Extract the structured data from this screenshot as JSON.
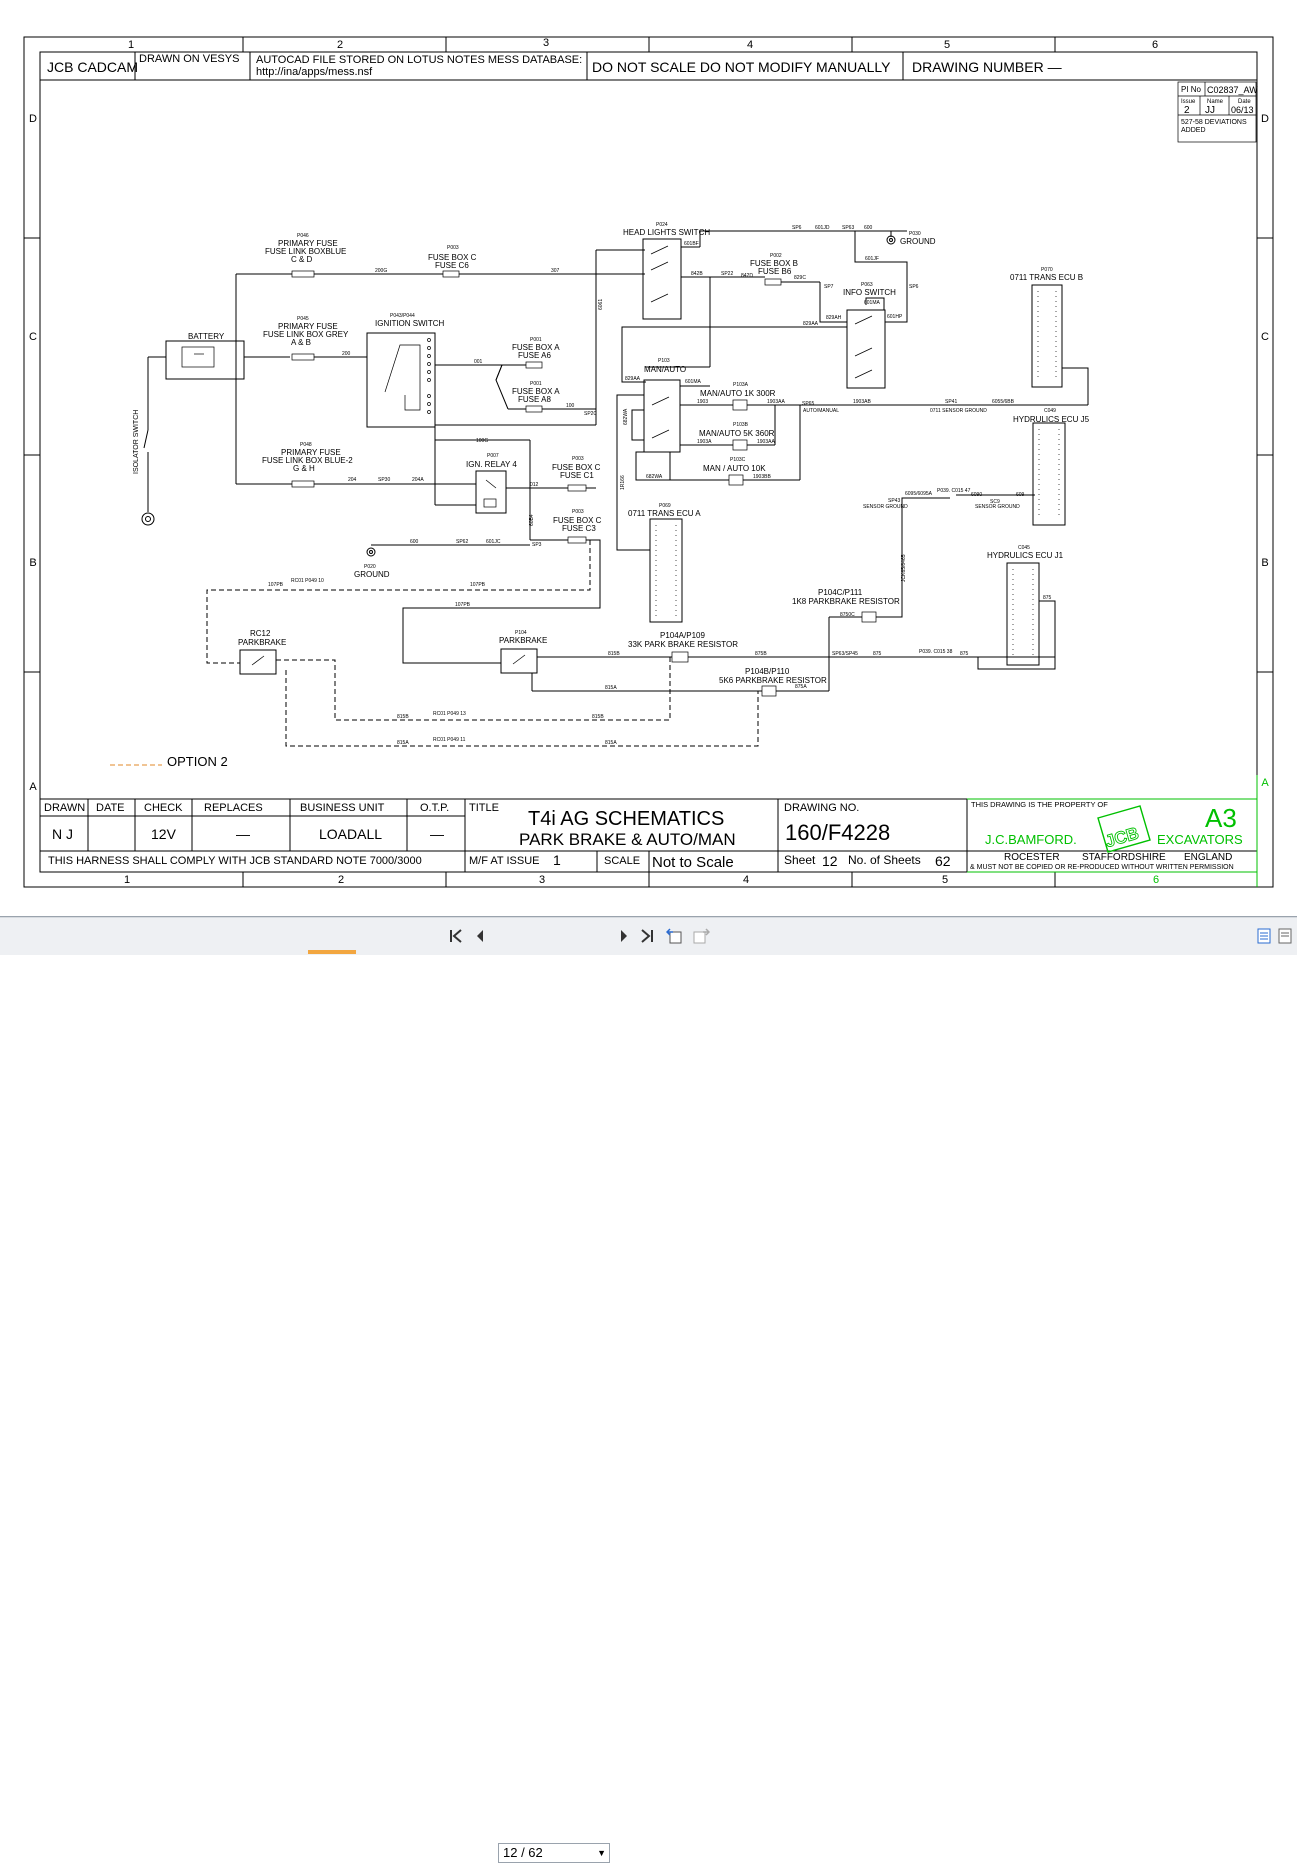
{
  "header": {
    "brand": "JCB CADCAM",
    "drawn_on": "DRAWN ON VESYS",
    "autocad_line1": "AUTOCAD FILE STORED ON LOTUS NOTES MESS DATABASE:",
    "autocad_line2": "http://ina/apps/mess.nsf",
    "do_not_scale": "DO NOT SCALE DO NOT MODIFY MANUALLY",
    "drawing_number_label": "DRAWING NUMBER  —"
  },
  "grid": {
    "cols": [
      "1",
      "2",
      "3",
      "4",
      "5",
      "6"
    ],
    "rows": [
      "D",
      "C",
      "B",
      "A"
    ]
  },
  "revision": {
    "pi_label": "PI No",
    "pi_value": "C02837_AW",
    "issue_label": "Issue",
    "name_label": "Name",
    "date_label": "Date",
    "issue": "2",
    "name": "JJ",
    "date": "06/13",
    "note1": "527-58 DEVIATIONS",
    "note2": "ADDED"
  },
  "labels": {
    "p046": "P046",
    "primary_fuse_1": "PRIMARY FUSE",
    "fuse_link_blue": "FUSE LINK BOXBLUE",
    "c_and_d": "C & D",
    "p045": "P045",
    "primary_fuse_2": "PRIMARY FUSE",
    "fuse_link_grey": "FUSE LINK BOX GREY",
    "a_and_b": "A & B",
    "p048": "P048",
    "primary_fuse_3": "PRIMARY FUSE",
    "fuse_link_blue2": "FUSE LINK BOX BLUE-2",
    "g_and_h": "G & H",
    "battery": "BATTERY",
    "isolator": "ISOLATOR SWITCH",
    "p043": "P043/P044",
    "ignition_switch": "IGNITION SWITCH",
    "p003a": "P003",
    "fuse_box_c": "FUSE BOX C",
    "fuse_c6": "FUSE C6",
    "p001a": "P001",
    "fuse_box_a1": "FUSE BOX A",
    "fuse_a6": "FUSE A6",
    "p001b": "P001",
    "fuse_box_a2": "FUSE BOX A",
    "fuse_a8": "FUSE A8",
    "p007": "P007",
    "ign_relay": "IGN. RELAY 4",
    "p003b": "P003",
    "fuse_box_c2": "FUSE BOX C",
    "fuse_c1": "FUSE C1",
    "p003c": "P003",
    "fuse_box_c3": "FUSE BOX C",
    "fuse_c3": "FUSE C3",
    "p020": "P020",
    "ground1": "GROUND",
    "p030": "P030",
    "ground2": "GROUND",
    "p024": "P024",
    "head_lights": "HEAD LIGHTS SWITCH",
    "p002": "P002",
    "fuse_box_b": "FUSE BOX B",
    "fuse_b6": "FUSE B6",
    "p063": "P063",
    "info_switch": "INFO SWITCH",
    "p070": "P070",
    "trans_ecu_b": "0711 TRANS ECU B",
    "p103": "P103",
    "man_auto": "MAN/AUTO",
    "p103a": "P103A",
    "man_auto_1k": "MAN/AUTO 1K 300R",
    "p103b": "P103B",
    "man_auto_5k": "MAN/AUTO 5K 360R",
    "p103c": "P103C",
    "man_auto_10k": "MAN / AUTO 10K",
    "p069": "P069",
    "trans_ecu_a": "0711 TRANS ECU A",
    "c049": "C049",
    "hydrulics_j5": "HYDRULICS ECU J5",
    "c045": "C045",
    "hydrulics_j1": "HYDRULICS ECU J1",
    "p104c": "P104C/P111",
    "res_1k8": "1K8 PARKBRAKE RESISTOR",
    "p104a": "P104A/P109",
    "res_33k": "33K PARK BRAKE RESISTOR",
    "p104b": "P104B/P110",
    "res_5k6": "5K6 PARKBRAKE RESISTOR",
    "p104": "P104",
    "parkbrake": "PARKBRAKE",
    "rc12": "RC12",
    "parkbrake2": "PARKBRAKE",
    "option2": "OPTION 2",
    "sensor_ground": "SENSOR GROUND",
    "sensor_ground2": "SENSOR GROUND",
    "sensor_ground3": "0711 SENSOR GROUND",
    "auto_manual": "AUTO/MANUAL"
  },
  "wires": {
    "w200g": "200G",
    "w307": "307",
    "w200": "200",
    "w001": "001",
    "w100": "100",
    "wsp20": "SP20",
    "w100g": "100G",
    "w204": "204",
    "wsp30": "SP30",
    "w204a": "204A",
    "w012": "012",
    "w600": "600",
    "wsp62": "SP62",
    "w601jc": "601JC",
    "wsp3": "SP3",
    "w107pb": "107PB",
    "w107pb2": "107PB",
    "w107pb3": "107PB",
    "wrc01a": "RC01 P049 10",
    "w815b": "815B",
    "w815b2": "815B",
    "w815b3": "815B",
    "w815a": "815A",
    "w815a2": "815A",
    "w815a3": "815A",
    "wrc01b": "RC01 P049 13",
    "wrc01c": "RC01 P049 11",
    "w875b": "875B",
    "w875a": "875A",
    "wsp63": "SP63/SP45",
    "w875": "875",
    "wp039": "P039. C015 38",
    "w875c": "875",
    "w875d": "875",
    "w8750c": "8750C",
    "wsp6": "SP6",
    "w601jd": "601JD",
    "wsp63b": "SP63",
    "w600b": "600",
    "w601jf": "601JF",
    "wsp6b": "SP6",
    "w601bf": "601BF",
    "w842b": "842B",
    "wsp22": "SP22",
    "w842d": "842D",
    "w829c": "829C",
    "wsp7": "SP7",
    "w601ma": "601MA",
    "w829aa": "829AA",
    "w829ah": "829AH",
    "w601hp": "601HP",
    "w829aab": "829AA",
    "w601mab": "601MA",
    "w1903": "1903",
    "w1903aa": "1903AA",
    "w1903a": "1903A",
    "w1903ab": "1903AA",
    "w1903bb": "1903BB",
    "w1903ab2": "1903AB",
    "wsp65": "SP65",
    "w1903ab3": "1903AB",
    "wsp41": "SP41",
    "w6055": "6055/6BB",
    "w682wa": "682WA",
    "w682wa2": "682WA",
    "w605e": "605E",
    "w6095": "6095/6095A",
    "wp039b": "P039. C015 47",
    "w6090": "6090",
    "w609": "609",
    "wsp43": "SP43",
    "wsc9": "SC9",
    "wvert1": "6061",
    "wvert2": "60B4",
    "wvert3": "1R166",
    "wvert4": "JCK65/6465"
  },
  "title_block": {
    "drawn_label": "DRAWN",
    "date_label": "DATE",
    "check_label": "CHECK",
    "replaces_label": "REPLACES",
    "business_unit_label": "BUSINESS UNIT",
    "otp_label": "O.T.P.",
    "title_label": "TITLE",
    "drawn": "N J",
    "date": "",
    "check": "12V",
    "replaces": "—",
    "business_unit": "LOADALL",
    "otp": "—",
    "title_line1": "T4i AG SCHEMATICS",
    "title_line2": "PARK BRAKE & AUTO/MAN",
    "drawing_no_label": "DRAWING NO.",
    "drawing_no": "160/F4228",
    "harness_note": "THIS HARNESS SHALL COMPLY WITH JCB STANDARD NOTE 7000/3000",
    "mf_label": "M/F AT ISSUE",
    "mf_value": "1",
    "scale_label": "SCALE",
    "scale_value": "Not to Scale",
    "sheet_label": "Sheet",
    "sheet_value": "12",
    "sheets_label": "No. of Sheets",
    "sheets_value": "62",
    "property_note": "THIS DRAWING IS THE PROPERTY OF",
    "a3": "A3",
    "company": "J.C.BAMFORD.",
    "division": "EXCAVATORS",
    "logo": "JCB",
    "town": "ROCESTER",
    "county": "STAFFORDSHIRE",
    "country": "ENGLAND",
    "copy_note": "& MUST NOT BE COPIED OR RE-PRODUCED WITHOUT WRITTEN PERMISSION"
  },
  "viewer": {
    "page_indicator": "12 / 62"
  },
  "colors": {
    "accent_green": "#00c000",
    "progress_orange": "#f2a640"
  }
}
